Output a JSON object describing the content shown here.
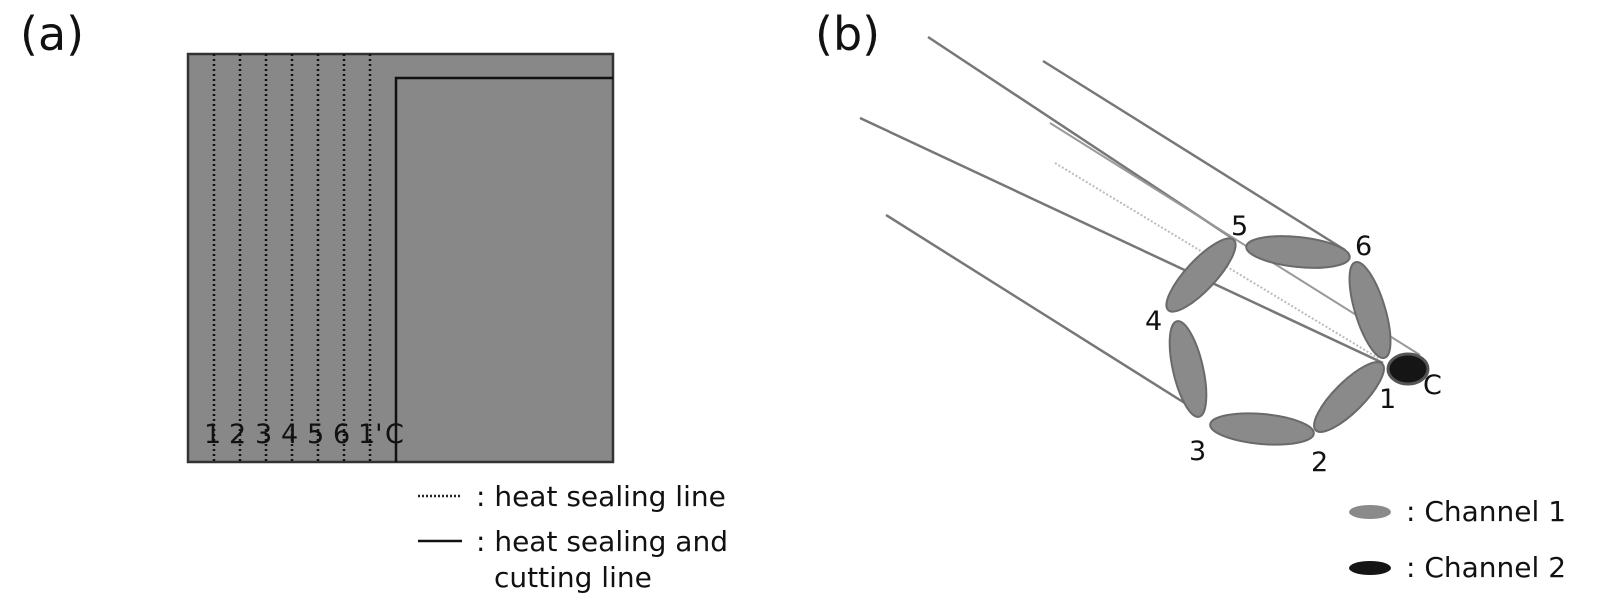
{
  "panel_a": {
    "letter": "(a)",
    "line_labels": [
      "1",
      "2",
      "3",
      "4",
      "5",
      "6",
      "1'",
      "C"
    ],
    "legend": [
      {
        "symbol": "dotted-line",
        "text": ": heat sealing line"
      },
      {
        "symbol": "solid-line",
        "text_lines": [
          ": heat sealing and",
          "cutting line"
        ]
      }
    ]
  },
  "panel_b": {
    "letter": "(b)",
    "channel_labels": [
      "1",
      "2",
      "3",
      "4",
      "5",
      "6",
      "C"
    ],
    "legend": [
      {
        "symbol": "gray-ellipse",
        "text": ": Channel 1"
      },
      {
        "symbol": "black-ellipse",
        "text": ": Channel 2"
      }
    ]
  },
  "colors": {
    "sheet_fill": "#888888",
    "channel_fill": "#8a8a8a",
    "channel2_fill": "#151515",
    "outline": "#333333",
    "tube_line": "#777777"
  }
}
